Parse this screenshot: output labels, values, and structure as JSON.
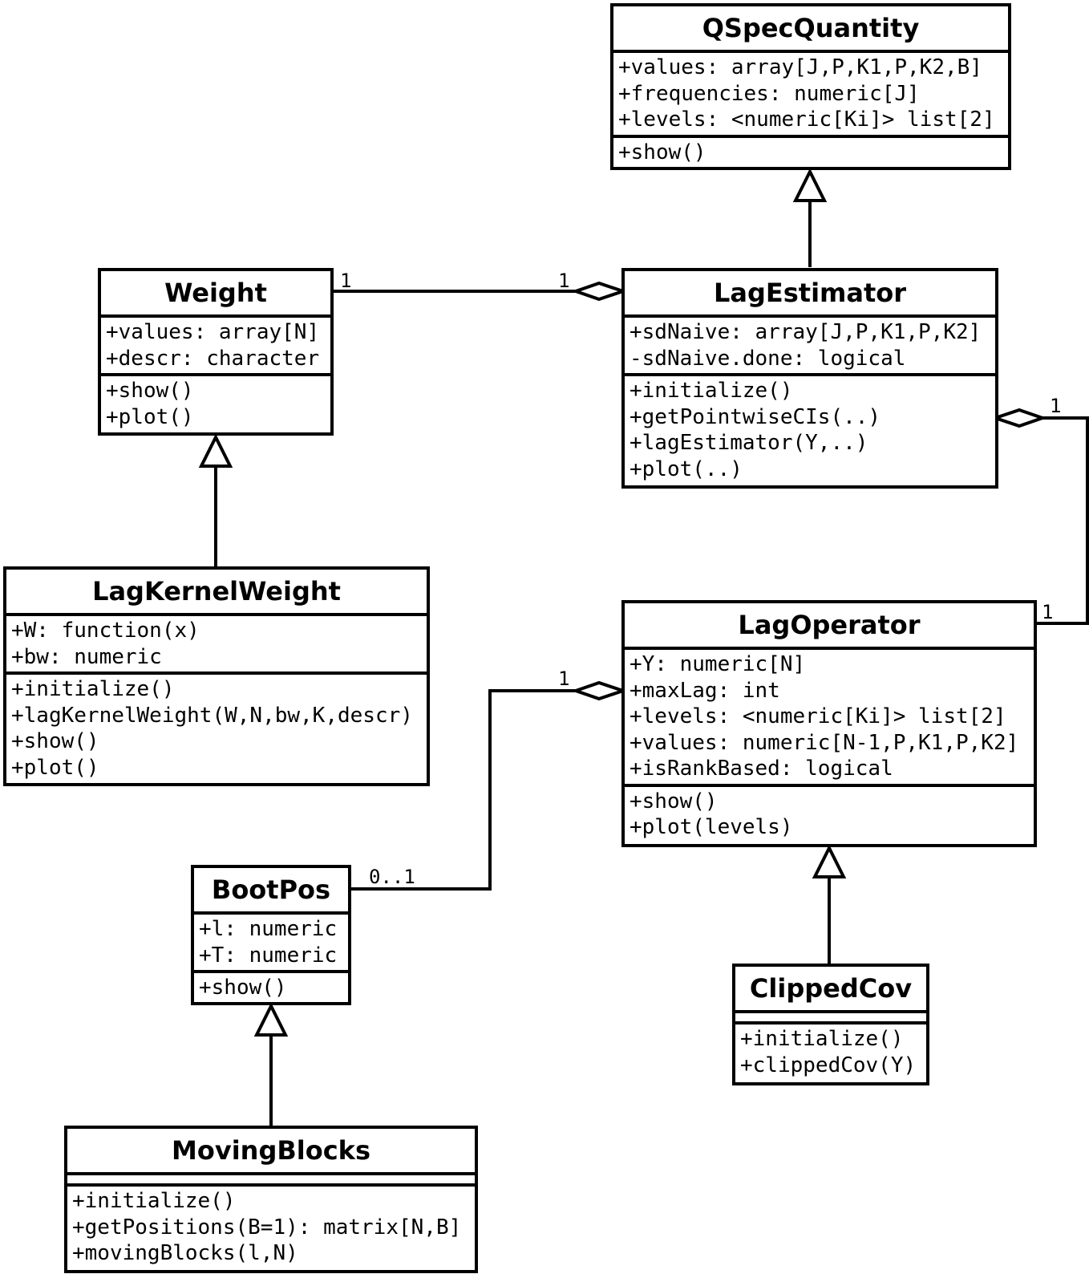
{
  "classes": {
    "qspec": {
      "name": "QSpecQuantity",
      "attributes": [
        "+values: array[J,P,K1,P,K2,B]",
        "+frequencies: numeric[J]",
        "+levels: <numeric[Ki]> list[2]"
      ],
      "methods": [
        "+show()"
      ]
    },
    "weight": {
      "name": "Weight",
      "attributes": [
        "+values: array[N]",
        "+descr: character"
      ],
      "methods": [
        "+show()",
        "+plot()"
      ]
    },
    "lagestimator": {
      "name": "LagEstimator",
      "attributes": [
        "+sdNaive: array[J,P,K1,P,K2]",
        "-sdNaive.done: logical"
      ],
      "methods": [
        "+initialize()",
        "+getPointwiseCIs(..)",
        "+lagEstimator(Y,..)",
        "+plot(..)"
      ]
    },
    "lagkernel": {
      "name": "LagKernelWeight",
      "attributes": [
        "+W: function(x)",
        "+bw: numeric"
      ],
      "methods": [
        "+initialize()",
        "+lagKernelWeight(W,N,bw,K,descr)",
        "+show()",
        "+plot()"
      ]
    },
    "lagoperator": {
      "name": "LagOperator",
      "attributes": [
        "+Y: numeric[N]",
        "+maxLag: int",
        "+levels: <numeric[Ki]> list[2]",
        "+values: numeric[N-1,P,K1,P,K2]",
        "+isRankBased: logical"
      ],
      "methods": [
        "+show()",
        "+plot(levels)"
      ]
    },
    "bootpos": {
      "name": "BootPos",
      "attributes": [
        "+l: numeric",
        "+T: numeric"
      ],
      "methods": [
        "+show()"
      ]
    },
    "clippedcov": {
      "name": "ClippedCov",
      "attributes": [],
      "methods": [
        "+initialize()",
        "+clippedCov(Y)"
      ]
    },
    "movingblocks": {
      "name": "MovingBlocks",
      "attributes": [],
      "methods": [
        "+initialize()",
        "+getPositions(B=1): matrix[N,B]",
        "+movingBlocks(l,N)"
      ]
    }
  },
  "multiplicities": {
    "weight_lagestimator_weight_end": "1",
    "weight_lagestimator_estimator_end": "1",
    "lagestimator_lagoperator_estimator_end": "1",
    "lagestimator_lagoperator_operator_end": "1",
    "lagoperator_bootpos_operator_end": "1",
    "lagoperator_bootpos_bootpos_end": "0..1"
  },
  "relations": [
    {
      "type": "generalization",
      "from": "LagEstimator",
      "to": "QSpecQuantity"
    },
    {
      "type": "generalization",
      "from": "LagKernelWeight",
      "to": "Weight"
    },
    {
      "type": "generalization",
      "from": "ClippedCov",
      "to": "LagOperator"
    },
    {
      "type": "generalization",
      "from": "MovingBlocks",
      "to": "BootPos"
    },
    {
      "type": "aggregation",
      "whole": "LagEstimator",
      "part": "Weight"
    },
    {
      "type": "aggregation",
      "whole": "LagEstimator",
      "part": "LagOperator"
    },
    {
      "type": "aggregation",
      "whole": "LagOperator",
      "part": "BootPos"
    }
  ]
}
